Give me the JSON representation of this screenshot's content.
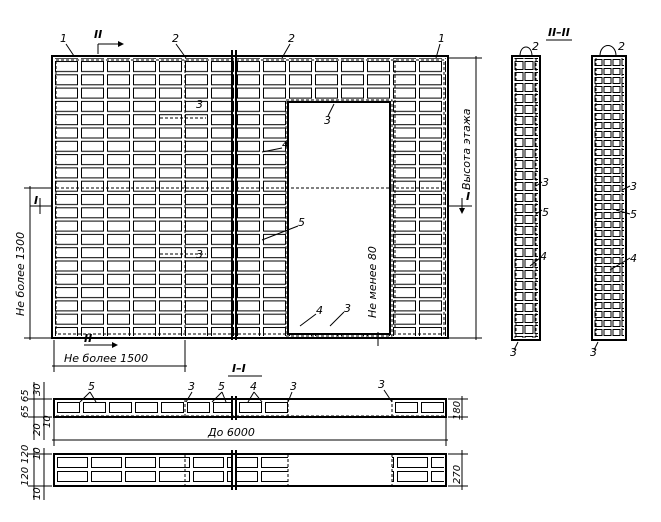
{
  "labels": {
    "section_2_2": "II–II",
    "section_1_1": "I–I",
    "mark_1": "1",
    "mark_2": "2",
    "mark_3": "3",
    "mark_4": "4",
    "mark_5": "5",
    "section_mark_II": "II",
    "section_mark_I": "I"
  },
  "dimensions": {
    "floor_height": "Высота этажа",
    "max_1300": "Не более 1300",
    "max_1500": "Не более 1500",
    "min_80": "Не менее 80",
    "up_to_6000": "До 6000",
    "d_180": "180",
    "d_270": "270",
    "d_65_65": "65 65",
    "d_20": "20",
    "d_10": "10",
    "d_120_120": "120 120",
    "d_30": "30"
  }
}
